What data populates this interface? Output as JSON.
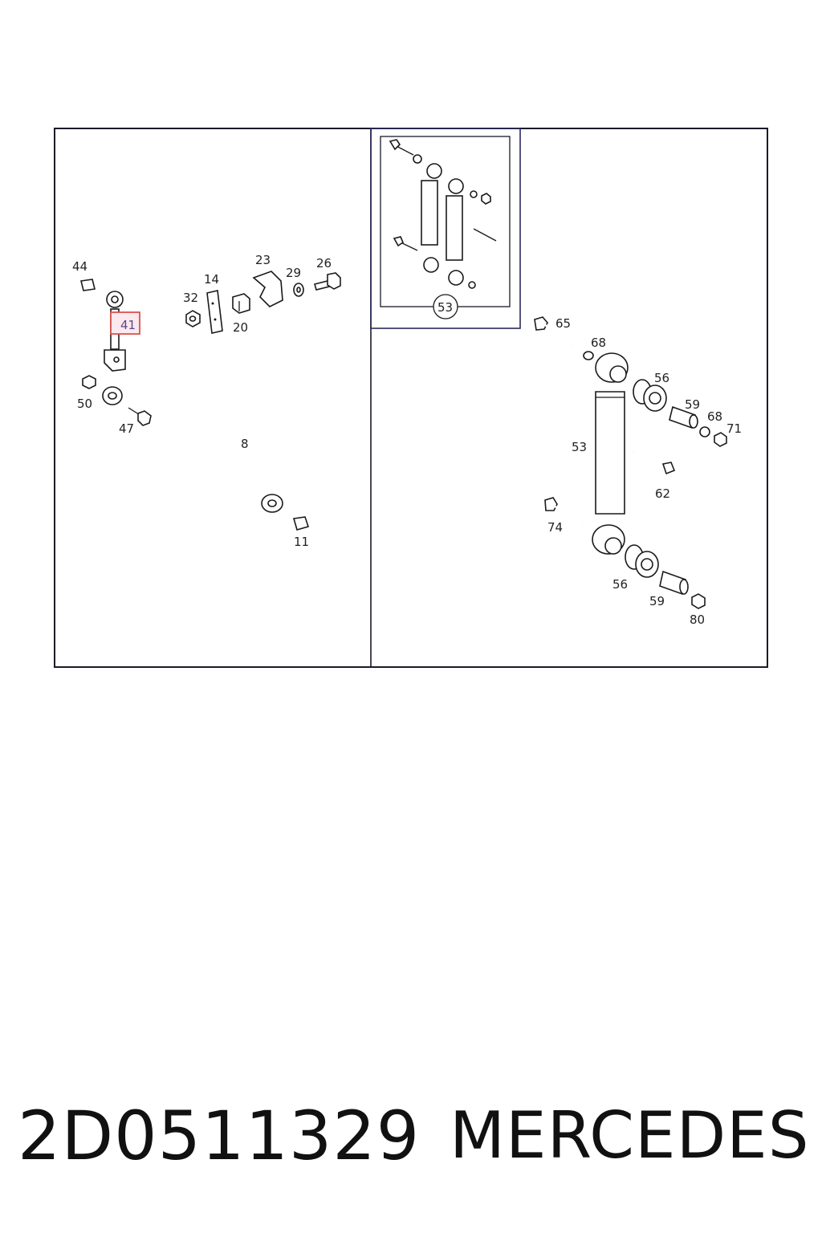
{
  "labels": {
    "l44": "44",
    "l41": "41",
    "l50": "50",
    "l47": "47",
    "l32": "32",
    "l14": "14",
    "l20": "20",
    "l23": "23",
    "l29": "29",
    "l26": "26",
    "l8": "8",
    "l11": "11",
    "l53_inset": "53",
    "l65": "65",
    "l68a": "68",
    "l56a": "56",
    "l59a": "59",
    "l68b": "68",
    "l71": "71",
    "l53": "53",
    "l62": "62",
    "l74": "74",
    "l56b": "56",
    "l59b": "59",
    "l80": "80"
  },
  "highlight": {
    "part": "41",
    "color": "#d9534f"
  },
  "footer": {
    "part_code": "2D0511329",
    "brand": "MERCEDES"
  }
}
